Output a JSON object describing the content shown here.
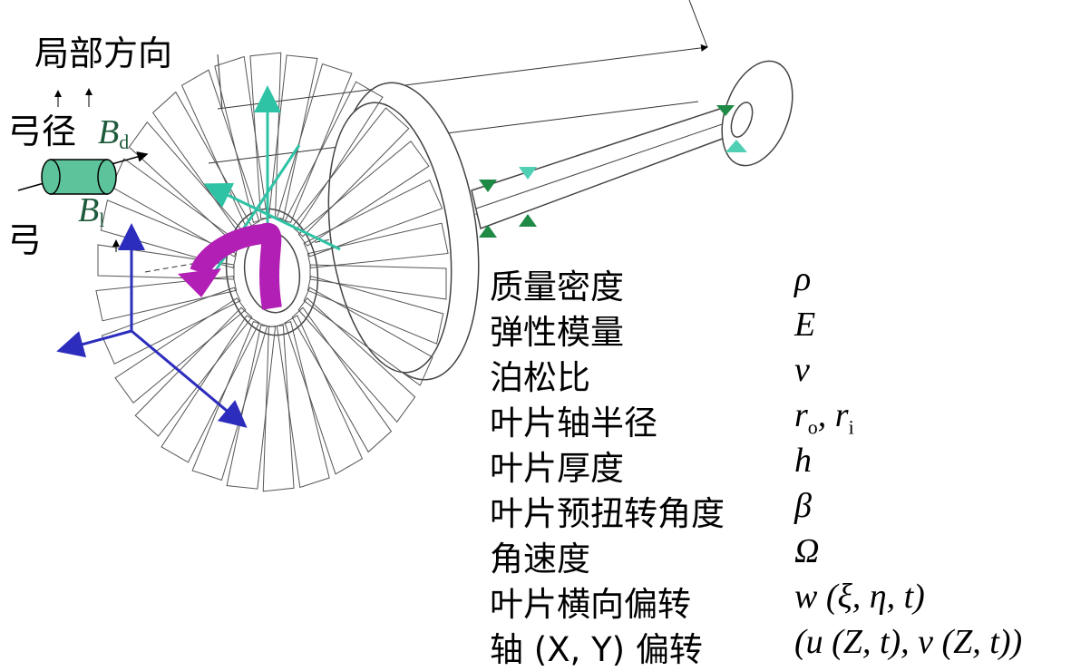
{
  "labels": {
    "local_direction": "局部方向",
    "chord_diameter_prefix": "弓径",
    "chord_prefix": "弓",
    "bd_letter": "B",
    "bd_sub": "d",
    "bl_letter": "B",
    "bl_sub": "l"
  },
  "properties": [
    {
      "name": "质量密度",
      "symbol": "ρ"
    },
    {
      "name": "弹性模量",
      "symbol": "E"
    },
    {
      "name": "泊松比",
      "symbol": "ν"
    },
    {
      "name": "叶片轴半径",
      "symbol": "r",
      "sub": "o",
      "symbol2": ", r",
      "sub2": "i"
    },
    {
      "name": "叶片厚度",
      "symbol": "h"
    },
    {
      "name": "叶片预扭转角度",
      "symbol": "β"
    },
    {
      "name": "角速度",
      "symbol": "Ω"
    },
    {
      "name": "叶片横向偏转",
      "symbol": "w (ξ, η, t)"
    },
    {
      "name": "轴 (X,  Y) 偏转",
      "symbol": "(u (Z, t), v (Z, t))"
    }
  ],
  "colors": {
    "blade_line": "#555555",
    "cylinder": "#5cc39a",
    "teal_axis": "#2fc3a6",
    "support": "#1e8a46",
    "support_light": "#4fd0b4",
    "magenta": "#b21fb5",
    "blue_axis": "#2d2dbd"
  }
}
